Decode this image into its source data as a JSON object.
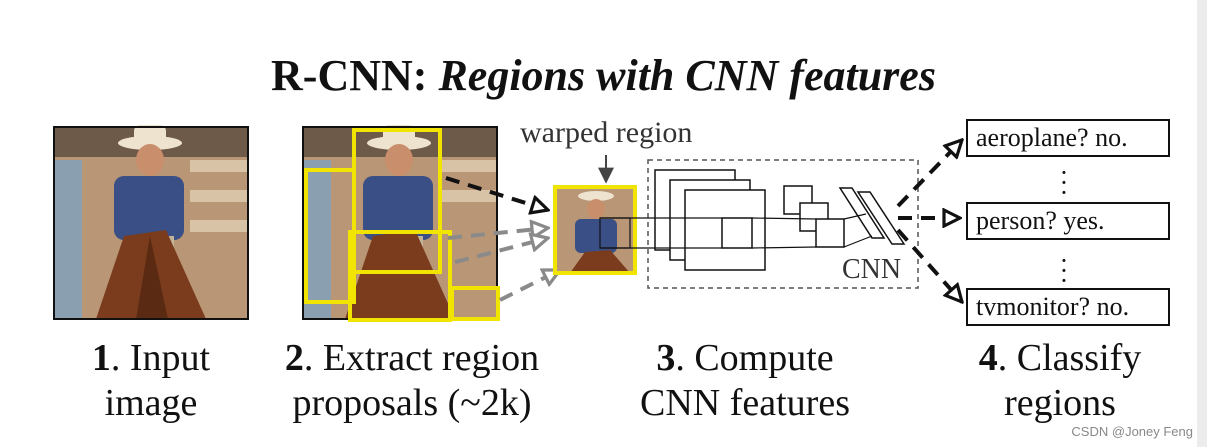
{
  "title": {
    "main": "R-CNN:",
    "sub": "Regions with CNN features"
  },
  "annotations": {
    "warped_region": "warped region",
    "cnn": "CNN"
  },
  "steps": [
    {
      "number": "1",
      "line1": ". Input",
      "line2": "image"
    },
    {
      "number": "2",
      "line1": ". Extract region",
      "line2": "proposals (~2k)"
    },
    {
      "number": "3",
      "line1": ". Compute",
      "line2": "CNN features"
    },
    {
      "number": "4",
      "line1": ". Classify",
      "line2": "regions"
    }
  ],
  "classifications": [
    {
      "label": "aeroplane? no."
    },
    {
      "label": "person? yes."
    },
    {
      "label": "tvmonitor? no."
    }
  ],
  "watermark": "CSDN @Joney Feng",
  "colors": {
    "proposal_box": "#f0e400",
    "arrow_dark": "#111111",
    "arrow_gray": "#8a8a8a"
  }
}
